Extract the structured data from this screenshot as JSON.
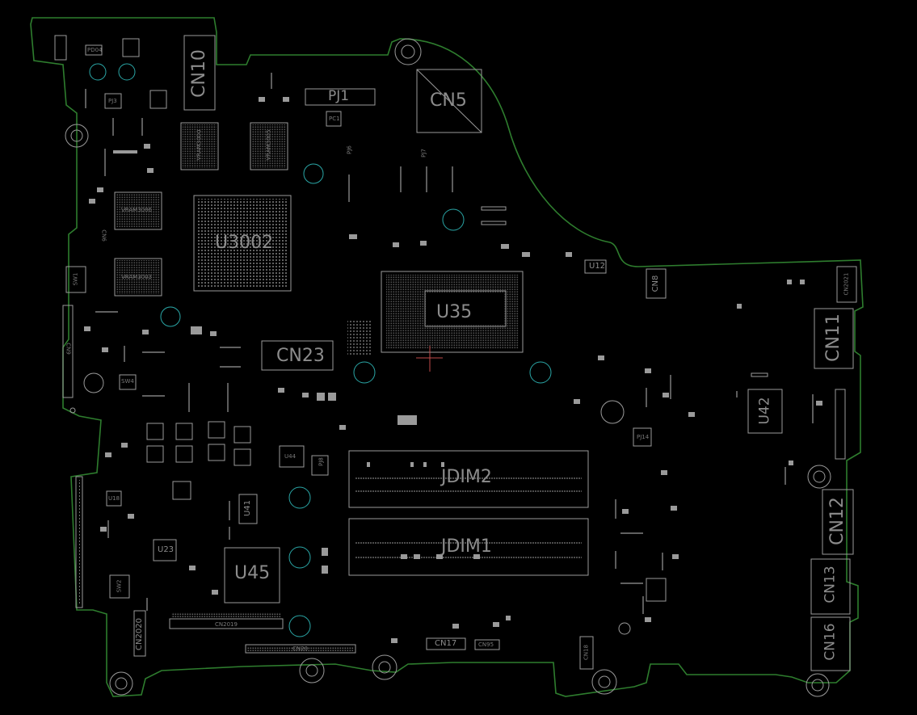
{
  "colors": {
    "background": "#000000",
    "outline": "#2e7d2e",
    "silk": "#9a9a9a",
    "via": "#2aa6a6"
  },
  "labels": {
    "cn10": "CN10",
    "cn5": "CN5",
    "pj1": "PJ1",
    "pc1": "PC1",
    "u3002": "U3002",
    "u35": "U35",
    "cn23": "CN23",
    "u12": "U12",
    "cn8": "CN8",
    "cn11": "CN11",
    "u42": "U42",
    "cn12": "CN12",
    "cn13": "CN13",
    "cn16": "CN16",
    "jdim2": "JDIM2",
    "jdim1": "JDIM1",
    "u45": "U45",
    "u41": "U41",
    "u44": "U44",
    "u23": "U23",
    "u18": "U18",
    "sw1": "SW1",
    "sw2": "SW2",
    "sw4": "SW4",
    "cn2020": "CN2020",
    "cn2019": "CN2019",
    "cn20": "CN20",
    "cn17": "CN17",
    "cn95": "CN95",
    "cn18": "CN18",
    "cn9": "CN9",
    "vram3000": "VRAM3000",
    "vram3005": "VRAM3005",
    "vram3006": "VRAM3006",
    "vram3003": "VRAM3003",
    "pj8": "PJ8",
    "pj3": "PJ3",
    "pj14": "PJ14",
    "pj6": "PJ6",
    "pj7": "PJ7",
    "pd04": "PD04",
    "cn2021": "CN2021",
    "cn6": "CN6"
  }
}
